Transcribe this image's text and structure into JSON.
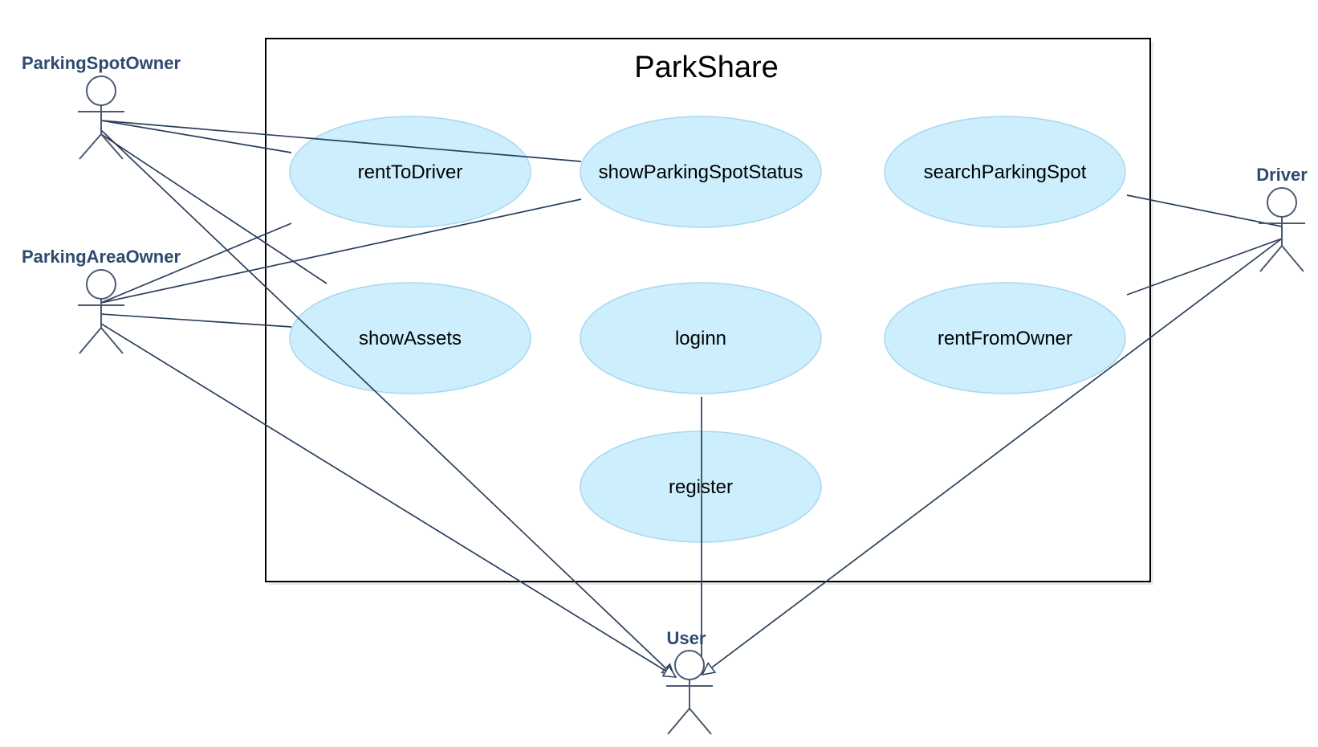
{
  "diagram": {
    "title": "ParkShare",
    "use_cases": {
      "rent_to_driver": "rentToDriver",
      "show_parking_spot_status": "showParkingSpotStatus",
      "search_parking_spot": "searchParkingSpot",
      "show_assets": "showAssets",
      "loginn": "loginn",
      "rent_from_owner": "rentFromOwner",
      "register": "register"
    },
    "actors": {
      "parking_spot_owner": "ParkingSpotOwner",
      "parking_area_owner": "ParkingAreaOwner",
      "driver": "Driver",
      "user": "User"
    },
    "colors": {
      "use_case_fill": "#cdeefd",
      "actor_text": "#2e4a6e",
      "line": "#2b3f5c"
    }
  }
}
